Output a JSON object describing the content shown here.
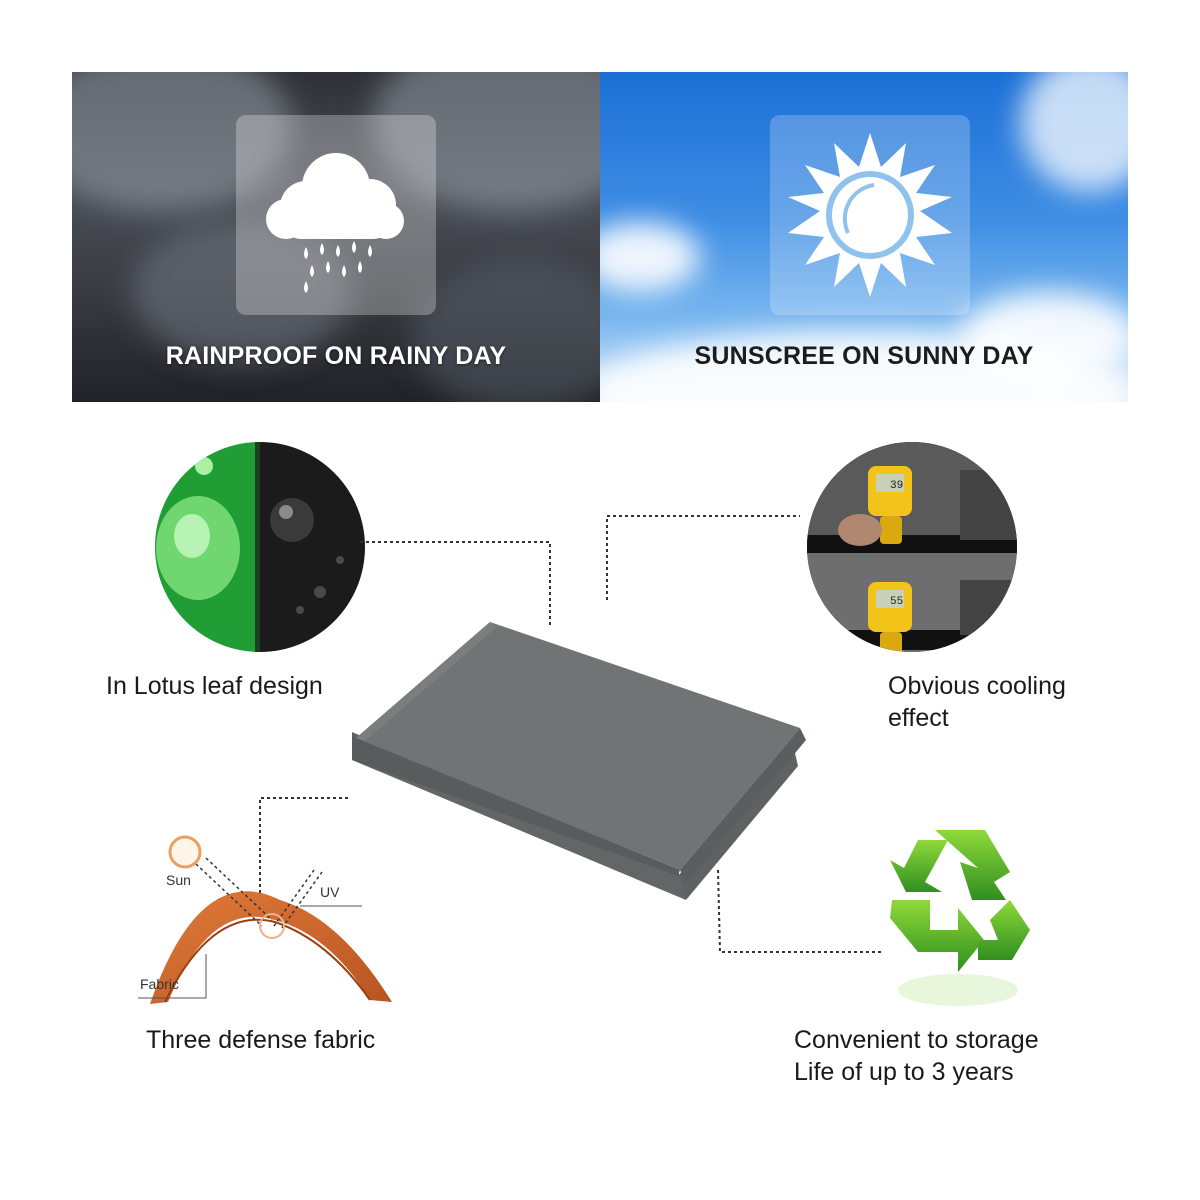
{
  "banner": {
    "rainy": {
      "label": "RAINPROOF ON RAINY DAY",
      "icon": "rain-cloud-icon"
    },
    "sunny": {
      "label": "SUNSCREE ON SUNNY DAY",
      "icon": "sun-icon"
    }
  },
  "features": {
    "lotus": {
      "caption": "In Lotus leaf design"
    },
    "cooling": {
      "caption_line1": "Obvious cooling",
      "caption_line2": "effect"
    },
    "defense": {
      "caption": "Three defense fabric",
      "sun_label": "Sun",
      "uv_label": "UV",
      "fabric_label": "Fabric"
    },
    "storage": {
      "caption_line1": "Convenient to storage",
      "caption_line2": "Life of up to 3 years"
    }
  },
  "thermometer": {
    "reading_top": "39",
    "reading_bottom": "55"
  },
  "colors": {
    "fabric_gray": "#6f7374",
    "recycle_green": "#4caf22",
    "lotus_green": "#22a83a",
    "thermometer_yellow": "#f2c318",
    "orange_fabric": "#d86a2e"
  }
}
